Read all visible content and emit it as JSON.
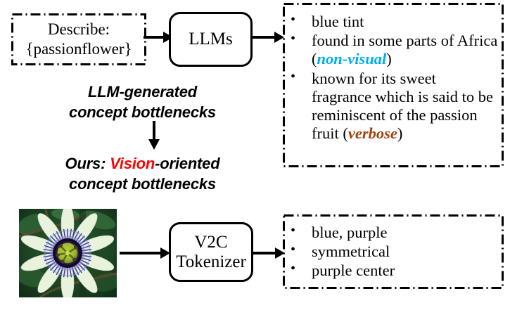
{
  "diagram": {
    "title": "LLM-generated vs Vision-oriented concept bottlenecks",
    "colors": {
      "stroke": "#000000",
      "background": "#ffffff",
      "keyword_non_visual": "#00AEEF",
      "keyword_verbose": "#A0400F",
      "keyword_vision": "#FF0000"
    }
  },
  "top_row": {
    "prompt_box": {
      "line1": "Describe:",
      "line2": "{passionflower}"
    },
    "model_box": {
      "label": "LLMs"
    },
    "output_box": {
      "bullets": [
        {
          "parts": [
            {
              "text": "blue tint",
              "style": "plain"
            }
          ]
        },
        {
          "parts": [
            {
              "text": "found in some parts of Africa (",
              "style": "plain"
            },
            {
              "text": "non-visual",
              "style": "cyan"
            },
            {
              "text": ")",
              "style": "plain"
            }
          ]
        },
        {
          "parts": [
            {
              "text": "known for its sweet fragrance which is said to be reminiscent of the passion fruit (",
              "style": "plain"
            },
            {
              "text": "verbose",
              "style": "rust"
            },
            {
              "text": ")",
              "style": "plain"
            }
          ]
        }
      ]
    }
  },
  "middle_labels": {
    "upper": {
      "line1": "LLM-generated",
      "line2": "concept bottlenecks"
    },
    "lower": {
      "line1_prefix": "Ours: ",
      "line1_keyword": "Vision",
      "line1_suffix": "-oriented",
      "line2": "concept bottlenecks"
    },
    "arrow": "down-arrow"
  },
  "bottom_row": {
    "image": {
      "alt": "passionflower photograph",
      "description": "Blue passionflower with pale petals, purple-blue corona filaments and yellow-green center on green foliage"
    },
    "model_box": {
      "line1": "V2C",
      "line2": "Tokenizer"
    },
    "output_box": {
      "bullets": [
        {
          "parts": [
            {
              "text": "blue, purple",
              "style": "plain"
            }
          ]
        },
        {
          "parts": [
            {
              "text": "symmetrical",
              "style": "plain"
            }
          ]
        },
        {
          "parts": [
            {
              "text": "purple center",
              "style": "plain"
            }
          ]
        }
      ]
    }
  }
}
